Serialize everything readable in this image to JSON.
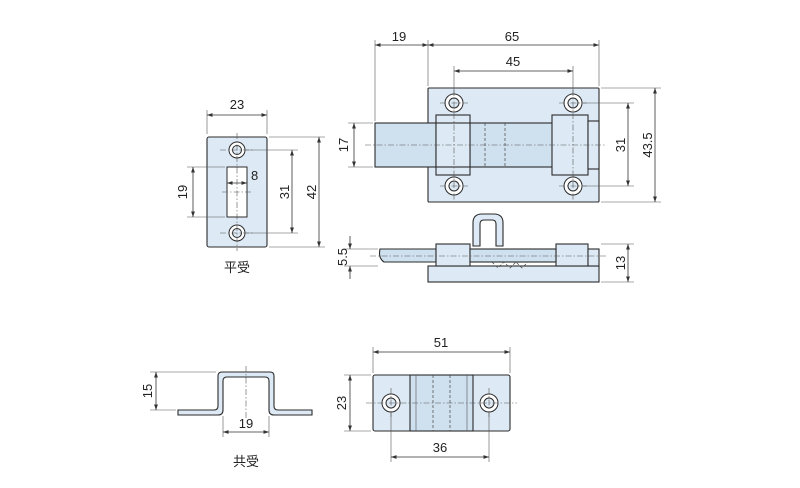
{
  "flat_receiver": {
    "caption": "平受",
    "dims": {
      "width": "23",
      "slot_height": "19",
      "slot_width": "8",
      "hole_pitch": "31",
      "height": "42"
    }
  },
  "bolt": {
    "dims": {
      "pin_length": "19",
      "base_length": "65",
      "hole_pitch_x": "45",
      "pin_diameter": "17",
      "hole_pitch_y": "31",
      "base_height": "43.5",
      "plate_thickness": "5.5",
      "total_height": "13"
    }
  },
  "common_receiver": {
    "caption": "共受",
    "dims": {
      "height": "15",
      "inner_width": "19",
      "height_plan": "23",
      "length": "51",
      "hole_pitch": "36"
    }
  }
}
